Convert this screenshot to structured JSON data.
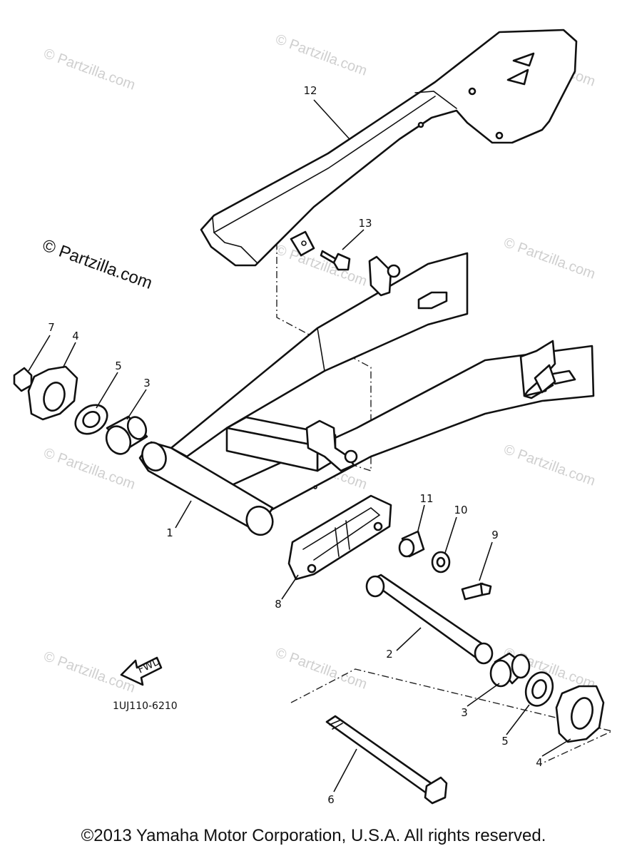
{
  "watermarks": {
    "faint": "© Partzilla.com",
    "main": "© Partzilla.com"
  },
  "diagram_code": "1UJ110-6210",
  "fwd_label": "FWD",
  "callouts": [
    "1",
    "2",
    "3",
    "3",
    "4",
    "4",
    "5",
    "5",
    "6",
    "7",
    "8",
    "9",
    "10",
    "11",
    "12",
    "13"
  ],
  "copyright": "©2013 Yamaha Motor Corporation, U.S.A. All rights reserved.",
  "colors": {
    "line": "#111111",
    "watermark": "#cfcfcf",
    "background": "#ffffff"
  }
}
